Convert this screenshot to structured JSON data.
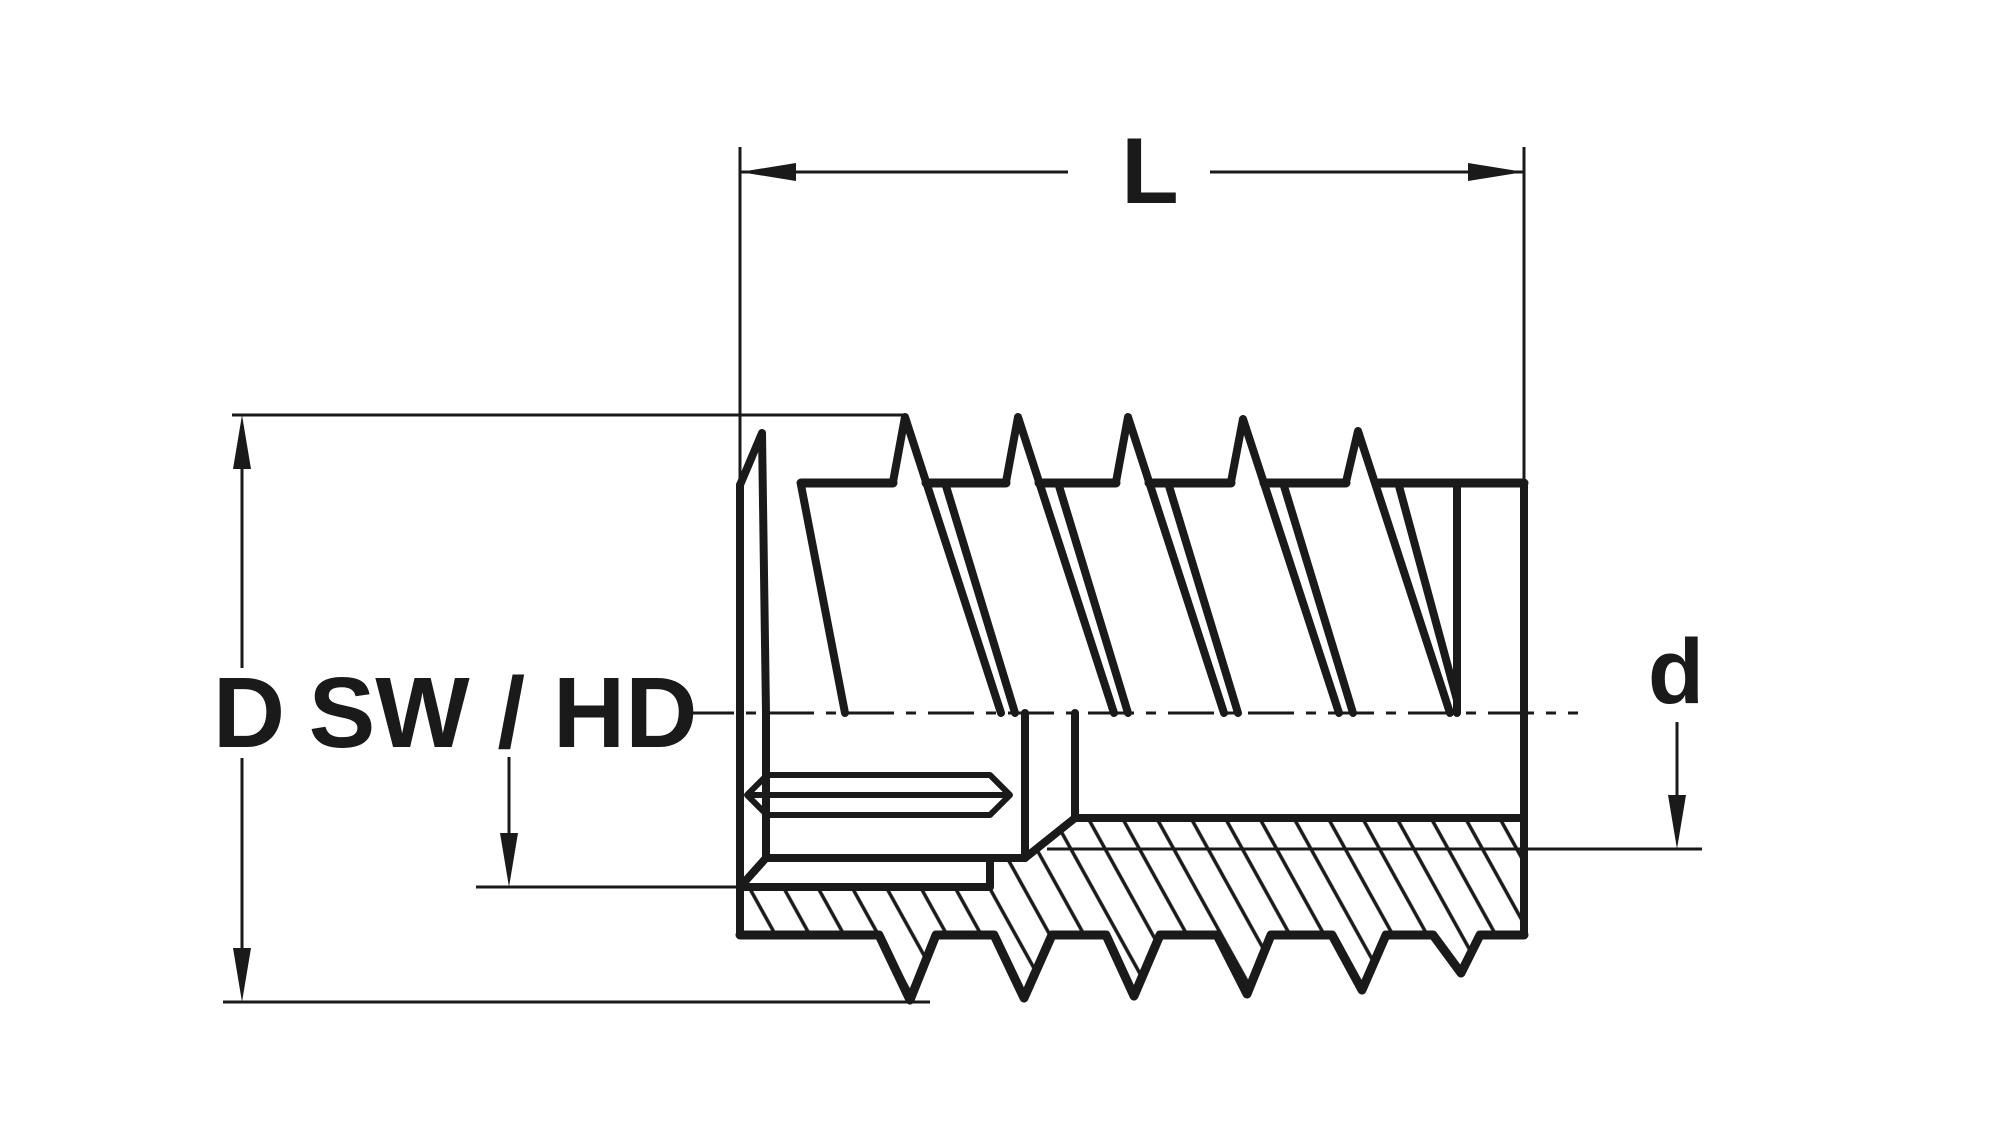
{
  "drawing": {
    "title": "Screw-in threaded insert — side view with half section",
    "view": "external wood thread on top half, sectioned lower half with hex drive socket",
    "style": {
      "line_color": "#1a1a1a",
      "background": "#ffffff"
    }
  },
  "labels": {
    "length": "L",
    "outer_diameter": "D",
    "drive": "SW / HD",
    "inner_thread": "d"
  }
}
